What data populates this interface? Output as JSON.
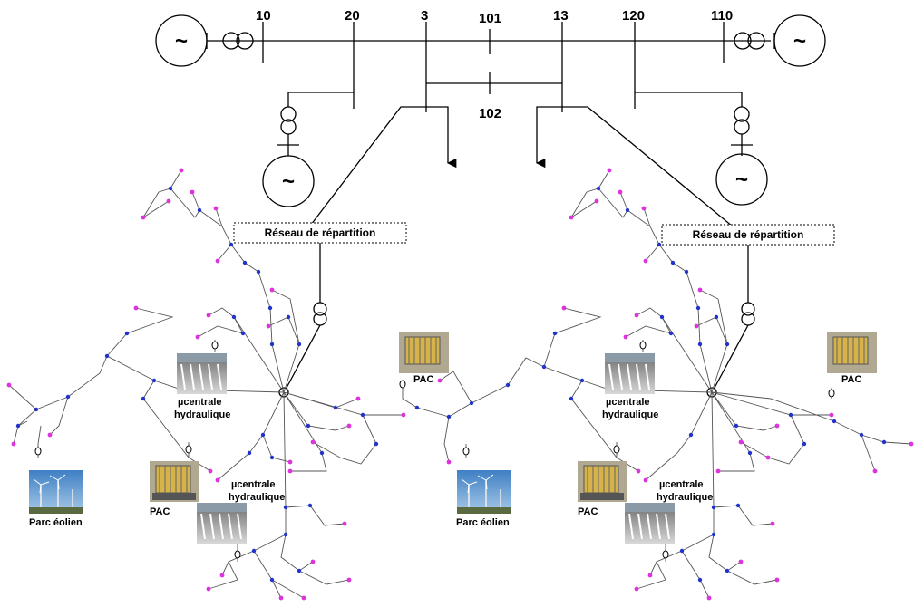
{
  "buses": [
    "10",
    "20",
    "3",
    "101",
    "13",
    "120",
    "110",
    "102"
  ],
  "generator_symbol": "~",
  "labels": {
    "reseau": "Réseau de répartition",
    "pac": "PAC",
    "microcentrale_line1": "µcentrale",
    "microcentrale_line2": "hydraulique",
    "parc": "Parc éolien"
  },
  "colors": {
    "line": "#000000",
    "node_blue": "#2233cc",
    "node_magenta": "#dd33dd"
  }
}
